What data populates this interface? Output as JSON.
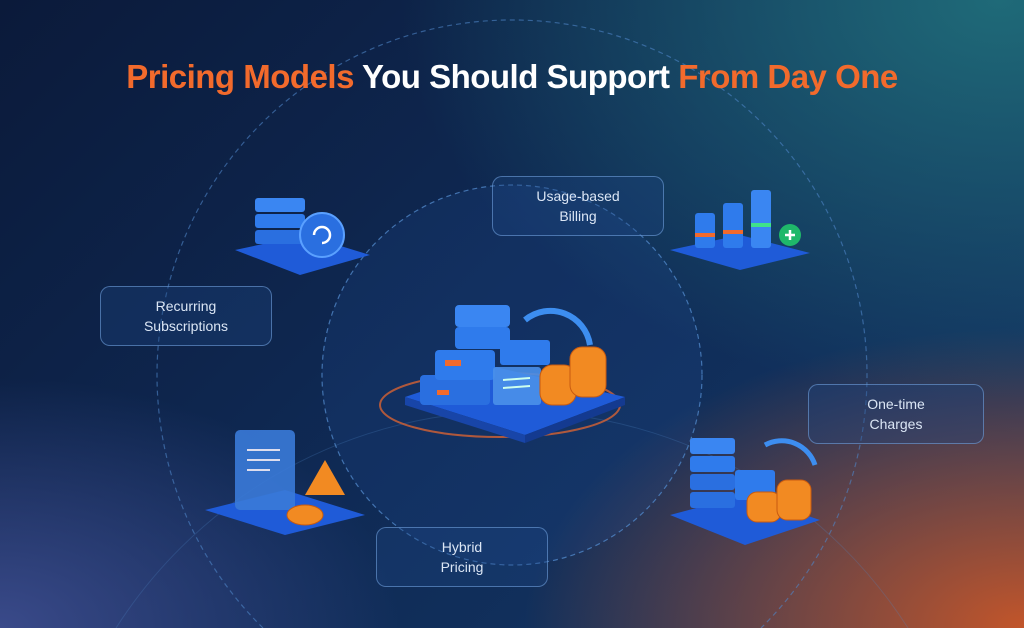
{
  "title": {
    "part1": "Pricing Models",
    "part2": " You Should Support ",
    "part3": "From Day One"
  },
  "colors": {
    "accent": "#f26a2c",
    "text": "#ffffff",
    "box_border": "#78aae6"
  },
  "models": [
    {
      "line1": "Usage-based",
      "line2": "Billing",
      "icon": "bar-chart-plus-icon"
    },
    {
      "line1": "Recurring",
      "line2": "Subscriptions",
      "icon": "server-refresh-icon"
    },
    {
      "line1": "One-time",
      "line2": "Charges",
      "icon": "server-coins-icon"
    },
    {
      "line1": "Hybrid",
      "line2": "Pricing",
      "icon": "invoice-coin-icon"
    }
  ],
  "center_icon": "billing-platform-icon"
}
